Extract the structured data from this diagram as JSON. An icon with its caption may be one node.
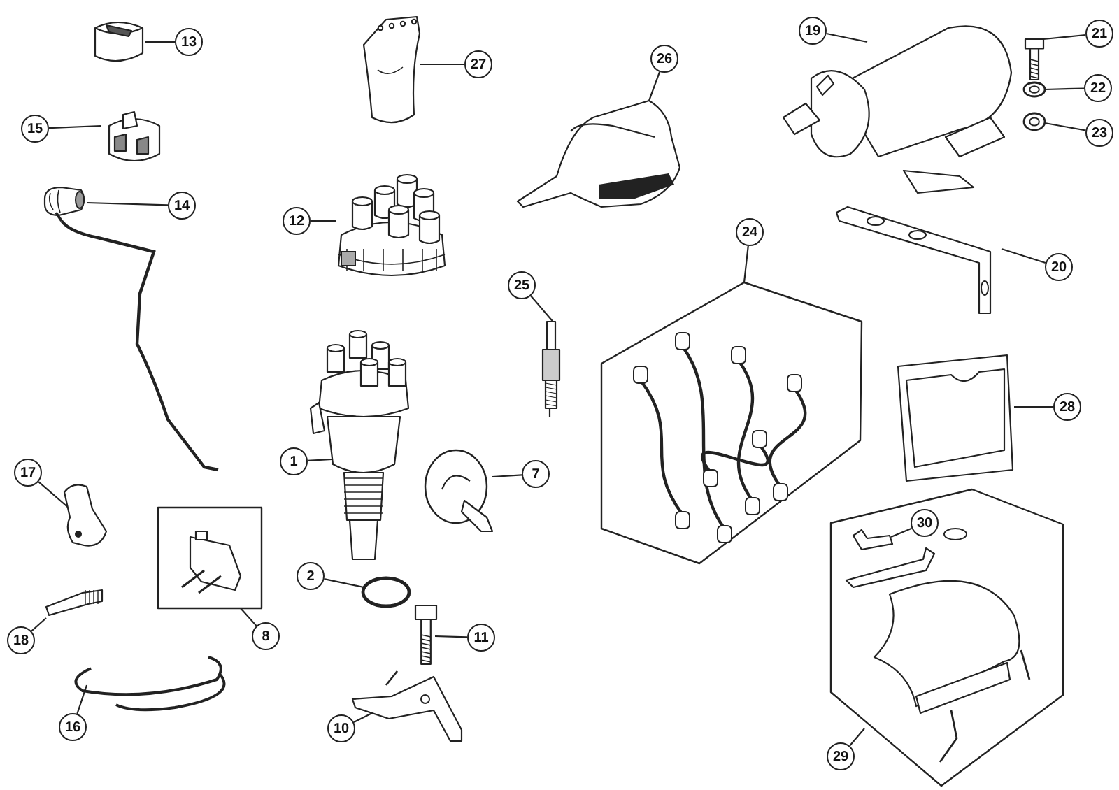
{
  "diagram": {
    "nodes": [
      {
        "text": [
          "13"
        ]
      },
      {
        "text": [],
        "shape": "picture"
      },
      {
        "text": [
          "27"
        ]
      },
      {
        "text": [],
        "shape": "picture"
      },
      {
        "text": [
          "26"
        ]
      },
      {
        "text": [],
        "shape": "picture"
      },
      {
        "text": [
          "19"
        ]
      },
      {
        "text": [],
        "shape": "picture"
      },
      {
        "text": [
          "21"
        ]
      },
      {
        "text": [],
        "shape": "picture"
      },
      {
        "text": [
          "22"
        ]
      },
      {
        "text": [],
        "shape": "picture"
      },
      {
        "text": [
          "23"
        ]
      },
      {
        "text": [],
        "shape": "picture"
      },
      {
        "text": [
          "15"
        ]
      },
      {
        "text": [],
        "shape": "picture"
      },
      {
        "text": [
          "14"
        ]
      },
      {
        "text": [],
        "shape": "picture"
      },
      {
        "text": [
          "12"
        ]
      },
      {
        "text": [],
        "shape": "picture"
      },
      {
        "text": [
          "25"
        ]
      },
      {
        "text": [],
        "shape": "picture"
      },
      {
        "text": [
          "24"
        ]
      },
      {
        "text": [],
        "shape": "box"
      },
      {
        "text": [],
        "shape": "picture",
        "in": 23
      },
      {
        "text": [
          "20"
        ]
      },
      {
        "text": [],
        "shape": "picture"
      },
      {
        "text": [
          "28"
        ]
      },
      {
        "text": [],
        "shape": "picture"
      },
      {
        "text": [
          "17"
        ]
      },
      {
        "text": [],
        "shape": "picture"
      },
      {
        "text": [
          "1"
        ]
      },
      {
        "text": [],
        "shape": "picture"
      },
      {
        "text": [
          "7"
        ]
      },
      {
        "text": [],
        "shape": "picture"
      },
      {
        "text": [],
        "shape": "box"
      },
      {
        "text": [],
        "shape": "picture",
        "in": 35
      },
      {
        "text": [
          "2"
        ]
      },
      {
        "text": [],
        "shape": "circle"
      },
      {
        "text": [],
        "shape": "box"
      },
      {
        "text": [
          "30"
        ],
        "in": 39
      },
      {
        "text": [],
        "shape": "picture",
        "in": 39
      },
      {
        "text": [
          "18"
        ]
      },
      {
        "text": [],
        "shape": "picture"
      },
      {
        "text": [
          "11"
        ]
      },
      {
        "text": [],
        "shape": "picture"
      },
      {
        "text": [
          "16"
        ]
      },
      {
        "text": [],
        "shape": "picture"
      },
      {
        "text": [
          "10"
        ]
      },
      {
        "text": [],
        "shape": "picture"
      },
      {
        "text": [
          "8"
        ]
      },
      {
        "text": [
          "29"
        ]
      }
    ],
    "edges": [
      {
        "from": 0,
        "to": 1,
        "arrow": "none"
      },
      {
        "from": 2,
        "to": 3,
        "arrow": "none"
      },
      {
        "from": 4,
        "to": 5,
        "arrow": "none"
      },
      {
        "from": 6,
        "to": 7,
        "arrow": "none"
      },
      {
        "from": 8,
        "to": 9,
        "arrow": "none"
      },
      {
        "from": 10,
        "to": 11,
        "arrow": "none"
      },
      {
        "from": 12,
        "to": 13,
        "arrow": "none"
      },
      {
        "from": 14,
        "to": 15,
        "arrow": "none"
      },
      {
        "from": 16,
        "to": 17,
        "arrow": "none"
      },
      {
        "from": 18,
        "to": 19,
        "arrow": "none"
      },
      {
        "from": 20,
        "to": 21,
        "arrow": "none"
      },
      {
        "from": 22,
        "to": 23,
        "arrow": "none"
      },
      {
        "from": 25,
        "to": 26,
        "arrow": "none"
      },
      {
        "from": 27,
        "to": 28,
        "arrow": "none"
      },
      {
        "from": 29,
        "to": 30,
        "arrow": "none"
      },
      {
        "from": 31,
        "to": 32,
        "arrow": "none"
      },
      {
        "from": 33,
        "to": 34,
        "arrow": "none"
      },
      {
        "from": 50,
        "to": 35,
        "arrow": "none"
      },
      {
        "from": 37,
        "to": 38,
        "arrow": "none"
      },
      {
        "from": 40,
        "to": 41,
        "arrow": "none"
      },
      {
        "from": 42,
        "to": 43,
        "arrow": "none"
      },
      {
        "from": 44,
        "to": 45,
        "arrow": "none"
      },
      {
        "from": 46,
        "to": 47,
        "arrow": "none"
      },
      {
        "from": 48,
        "to": 49,
        "arrow": "none"
      },
      {
        "from": 51,
        "to": 39,
        "arrow": "none"
      }
    ]
  }
}
